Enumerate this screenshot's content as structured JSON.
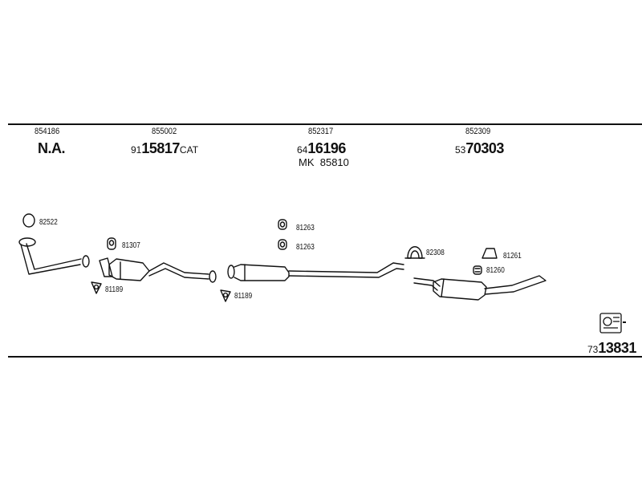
{
  "columns": [
    {
      "ref": "854186",
      "main": "N.A."
    },
    {
      "ref": "855002",
      "prefix": "91",
      "main": "15817",
      "suffix": "CAT"
    },
    {
      "ref": "852317",
      "prefix": "64",
      "main": "16196",
      "sub_a": "MK",
      "sub_b": "85810"
    },
    {
      "ref": "852309",
      "prefix": "53",
      "main": "70303"
    }
  ],
  "parts": {
    "gasket_a": "82522",
    "clamp_cat": "81307",
    "gasket_b": "81189",
    "gasket_c": "81189",
    "hanger_top": "81263",
    "hanger_mid": "81263",
    "clamp_rear": "82308",
    "hanger_rear": "81261",
    "hanger_rear_b": "81260"
  },
  "catalog": {
    "prefix": "73",
    "number": "13831"
  },
  "icons": [
    "exhaust-pipe-icon",
    "gasket-icon",
    "clamp-icon",
    "hanger-icon",
    "muffler-icon",
    "manual-icon"
  ]
}
